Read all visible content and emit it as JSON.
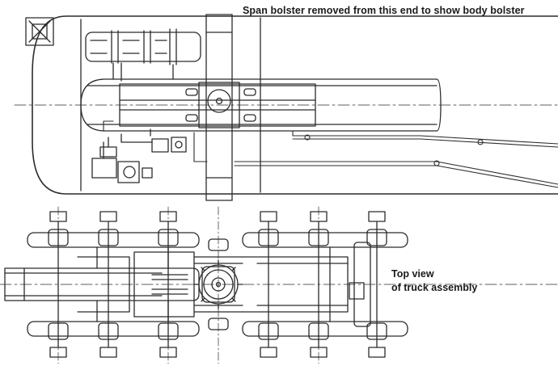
{
  "labels": {
    "span_bolster_note": "Span bolster removed from this end to show body bolster",
    "truck_view_line1": "Top view",
    "truck_view_line2": "of truck assembly"
  },
  "colors": {
    "ink": "#2b2b2b",
    "paper": "#ffffff"
  }
}
